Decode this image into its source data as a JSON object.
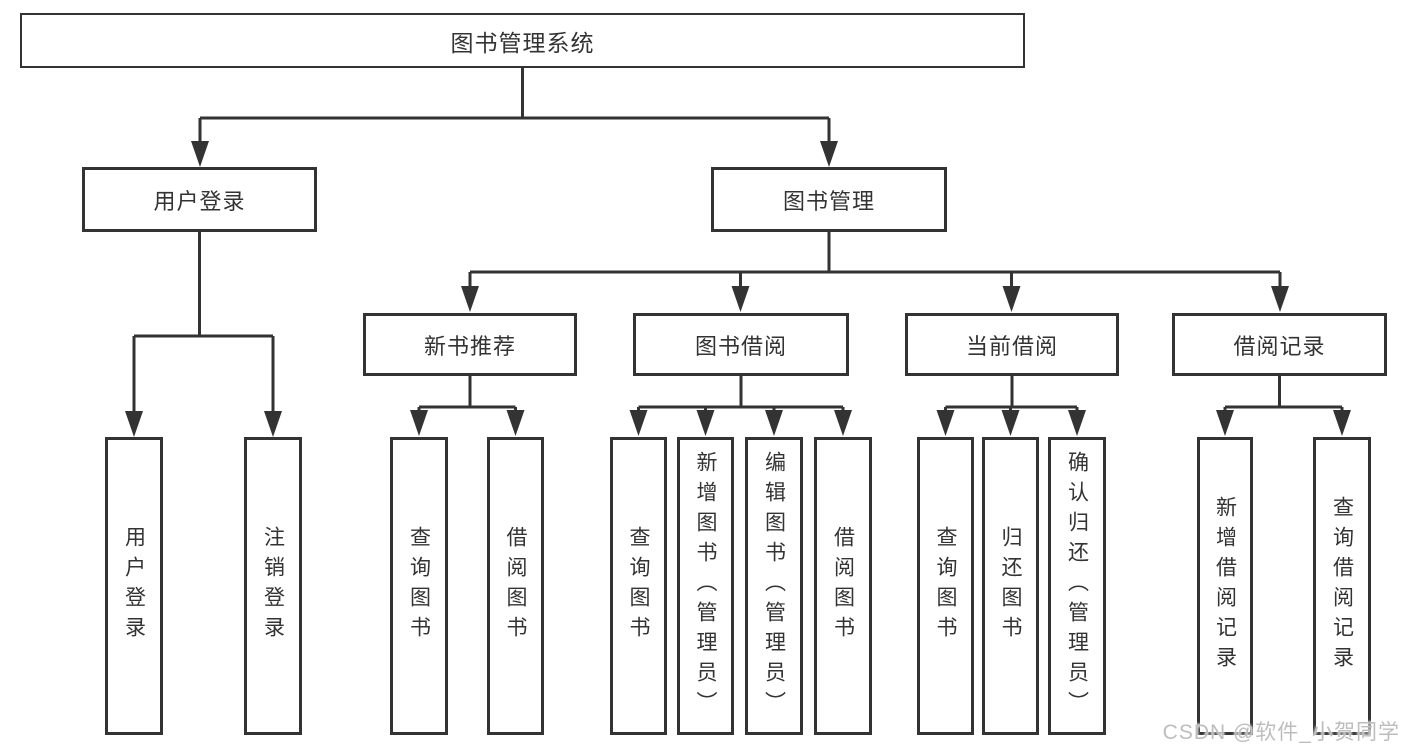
{
  "root": {
    "label": "图书管理系统"
  },
  "level2": [
    {
      "label": "用户登录"
    },
    {
      "label": "图书管理"
    }
  ],
  "level3": [
    {
      "label": "新书推荐",
      "parent": "图书管理"
    },
    {
      "label": "图书借阅",
      "parent": "图书管理"
    },
    {
      "label": "当前借阅",
      "parent": "图书管理"
    },
    {
      "label": "借阅记录",
      "parent": "图书管理"
    }
  ],
  "leaves": [
    {
      "label": "用户登录",
      "parent": "用户登录"
    },
    {
      "label": "注销登录",
      "parent": "用户登录"
    },
    {
      "label": "查询图书",
      "parent": "新书推荐"
    },
    {
      "label": "借阅图书",
      "parent": "新书推荐"
    },
    {
      "label": "查询图书",
      "parent": "图书借阅"
    },
    {
      "label": "新增图书（管理员）",
      "parent": "图书借阅"
    },
    {
      "label": "编辑图书（管理员）",
      "parent": "图书借阅"
    },
    {
      "label": "借阅图书",
      "parent": "图书借阅"
    },
    {
      "label": "查询图书",
      "parent": "当前借阅"
    },
    {
      "label": "归还图书",
      "parent": "当前借阅"
    },
    {
      "label": "确认归还（管理员）",
      "parent": "当前借阅"
    },
    {
      "label": "新增借阅记录",
      "parent": "借阅记录"
    },
    {
      "label": "查询借阅记录",
      "parent": "借阅记录"
    }
  ],
  "watermark": {
    "text": "CSDN @软件_小贺同学"
  },
  "colors": {
    "line": "#333333",
    "text": "#333333",
    "background": "#ffffff",
    "watermark": "#bdbdbd"
  }
}
